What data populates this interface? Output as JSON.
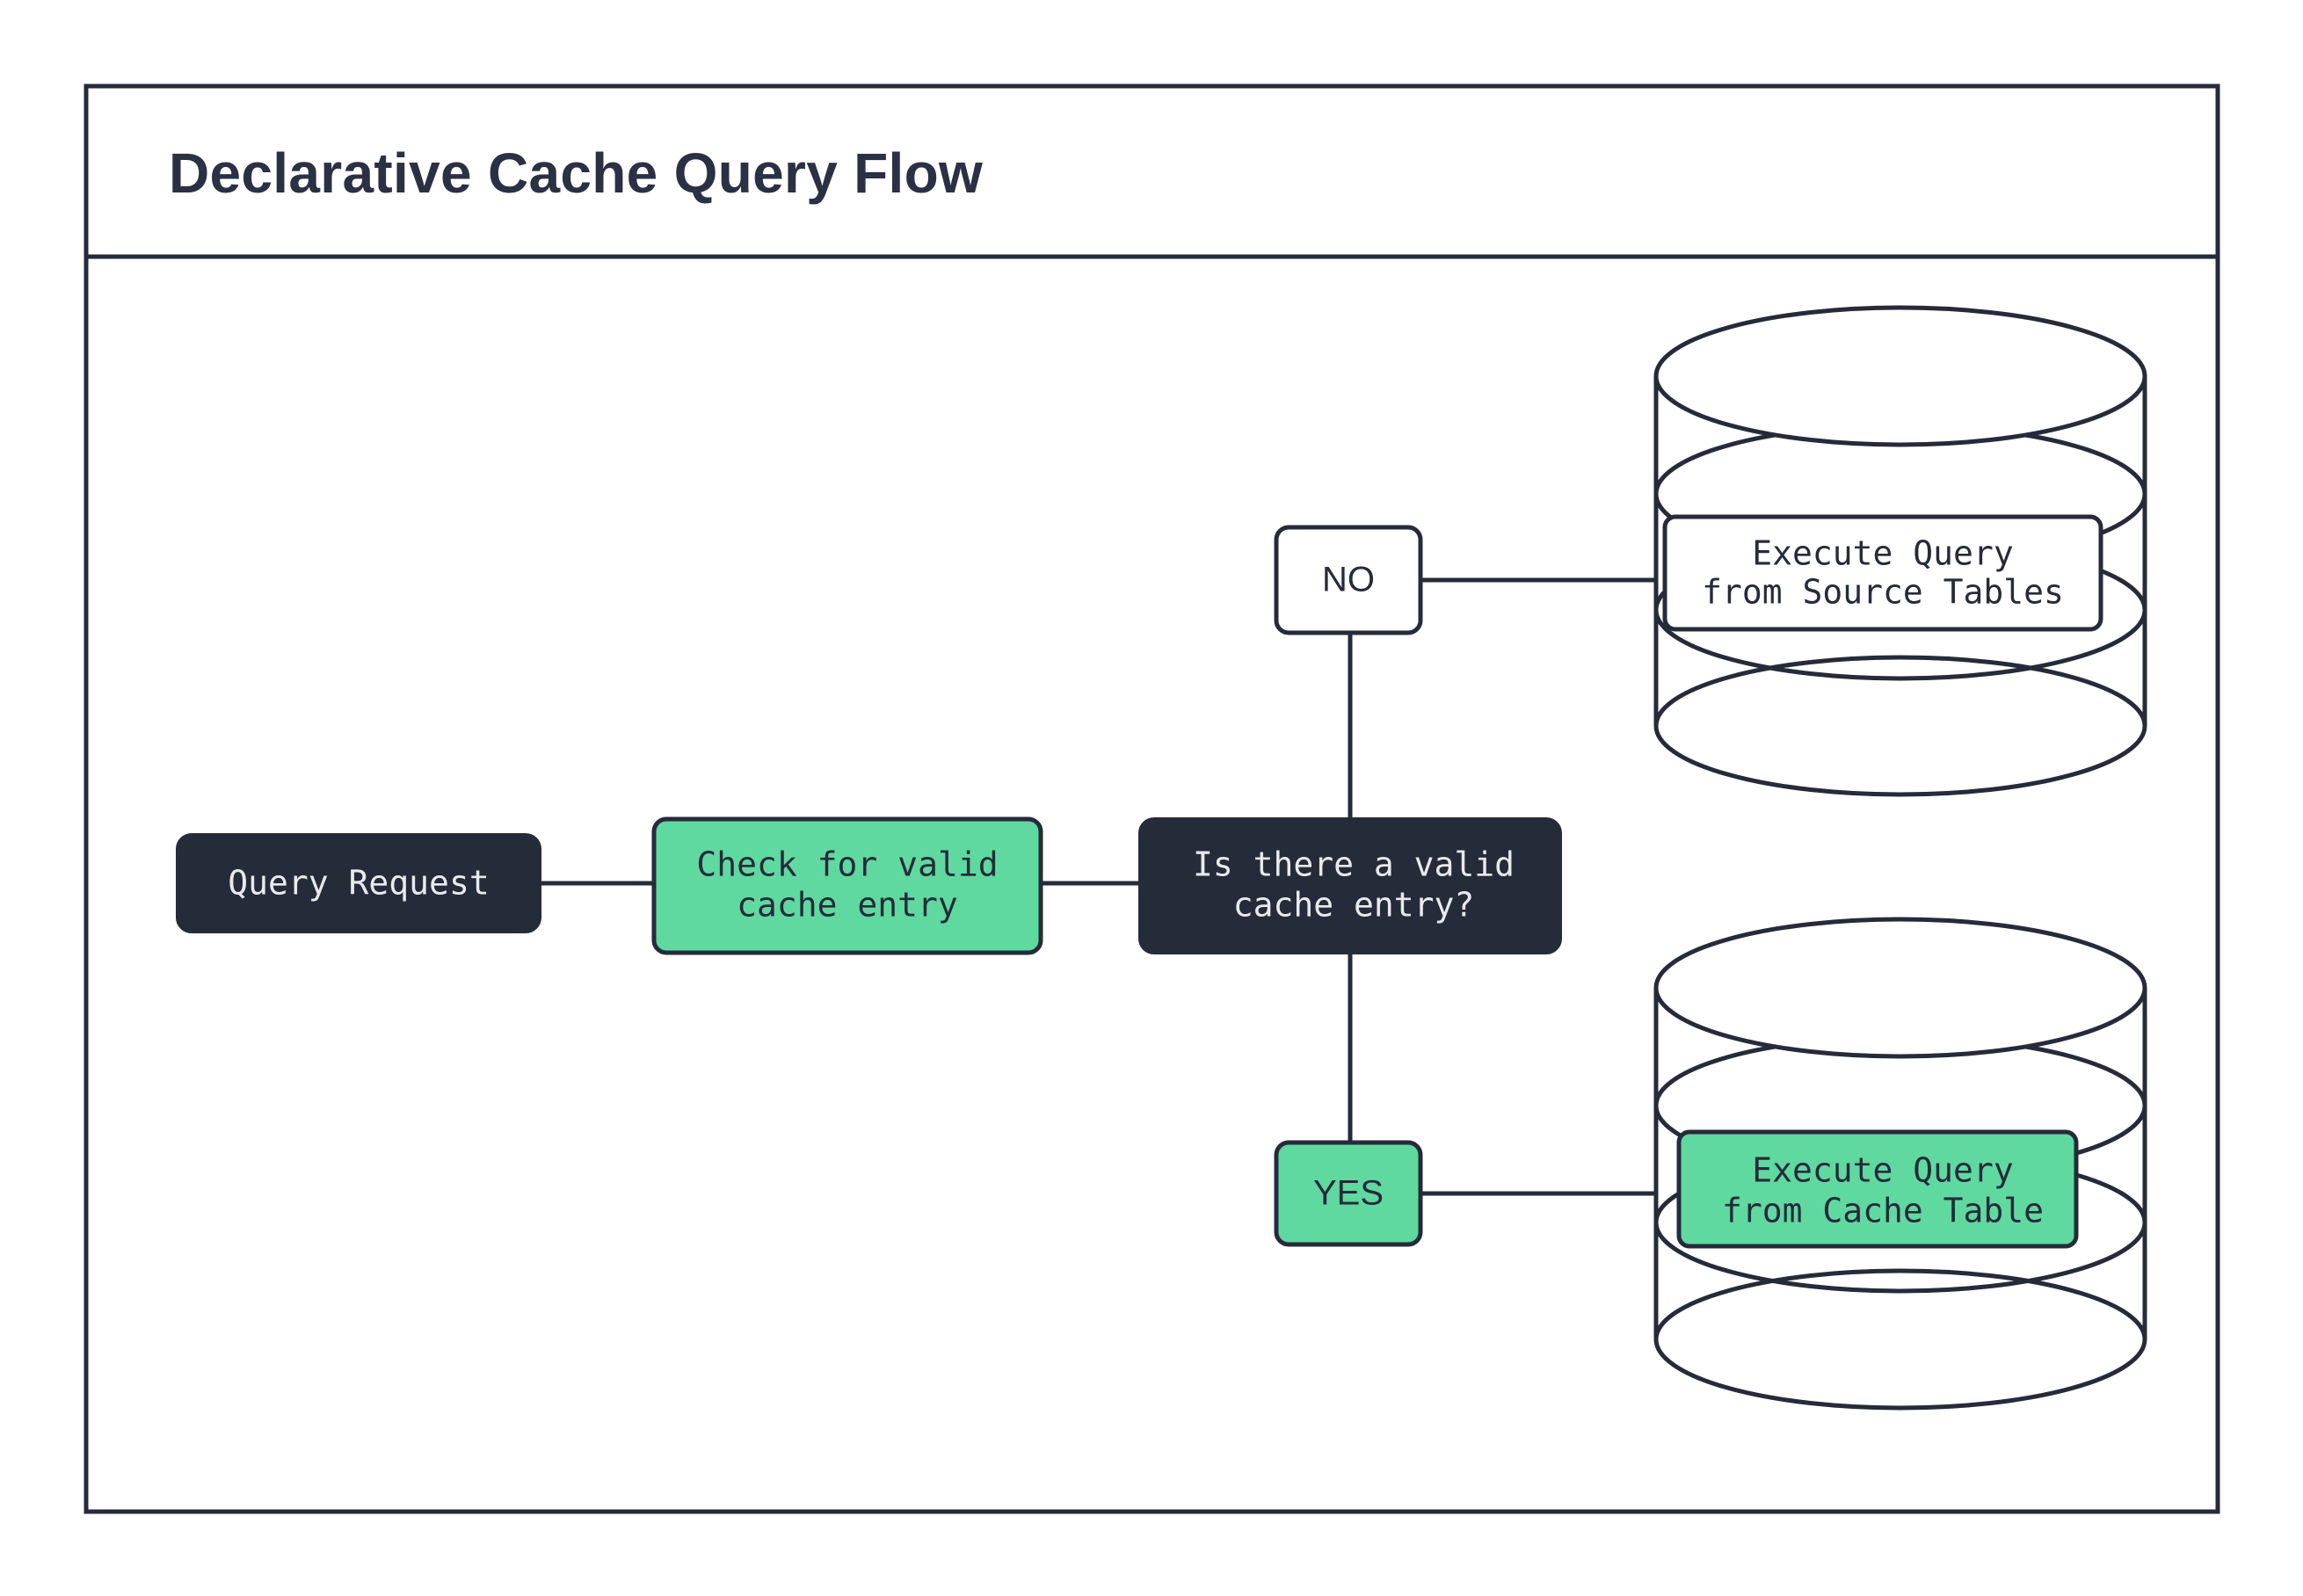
{
  "diagram": {
    "title": "Declarative Cache Query Flow",
    "background_color": "#ffffff",
    "frame_color": "#262b3a",
    "accent_green": "#5fd9a0",
    "accent_dark": "#262b3a",
    "nodes": {
      "query_request": {
        "label": "Query Request",
        "shape": "rounded-rect",
        "fill": "#262b3a",
        "text_color": "#ffffff"
      },
      "check_cache": {
        "label_line1": "Check for valid",
        "label_line2": "cache entry",
        "shape": "rounded-rect",
        "fill": "#5fd9a0",
        "text_color": "#262b3a"
      },
      "decision": {
        "label_line1": "Is there a valid",
        "label_line2": "cache entry?",
        "shape": "rounded-rect",
        "fill": "#262b3a",
        "text_color": "#e8eaee"
      },
      "branch_no": {
        "label": "NO",
        "shape": "rounded-rect",
        "fill": "#ffffff",
        "text_color": "#262b3a"
      },
      "branch_yes": {
        "label": "YES",
        "shape": "rounded-rect",
        "fill": "#5fd9a0",
        "text_color": "#262b3a"
      },
      "source_db": {
        "label_line1": "Execute Query",
        "label_line2": "from Source Tables",
        "shape": "database-cylinder",
        "fill": "#ffffff",
        "text_color": "#262b3a"
      },
      "cache_db": {
        "label_line1": "Execute Query",
        "label_line2": "from Cache Table",
        "shape": "database-cylinder",
        "fill": "#5fd9a0",
        "text_color": "#262b3a"
      }
    },
    "edges": [
      {
        "from": "query_request",
        "to": "check_cache",
        "label": ""
      },
      {
        "from": "check_cache",
        "to": "decision",
        "label": ""
      },
      {
        "from": "decision",
        "to": "branch_no",
        "label": "NO"
      },
      {
        "from": "branch_no",
        "to": "source_db",
        "label": ""
      },
      {
        "from": "decision",
        "to": "branch_yes",
        "label": "YES"
      },
      {
        "from": "branch_yes",
        "to": "cache_db",
        "label": ""
      }
    ]
  }
}
